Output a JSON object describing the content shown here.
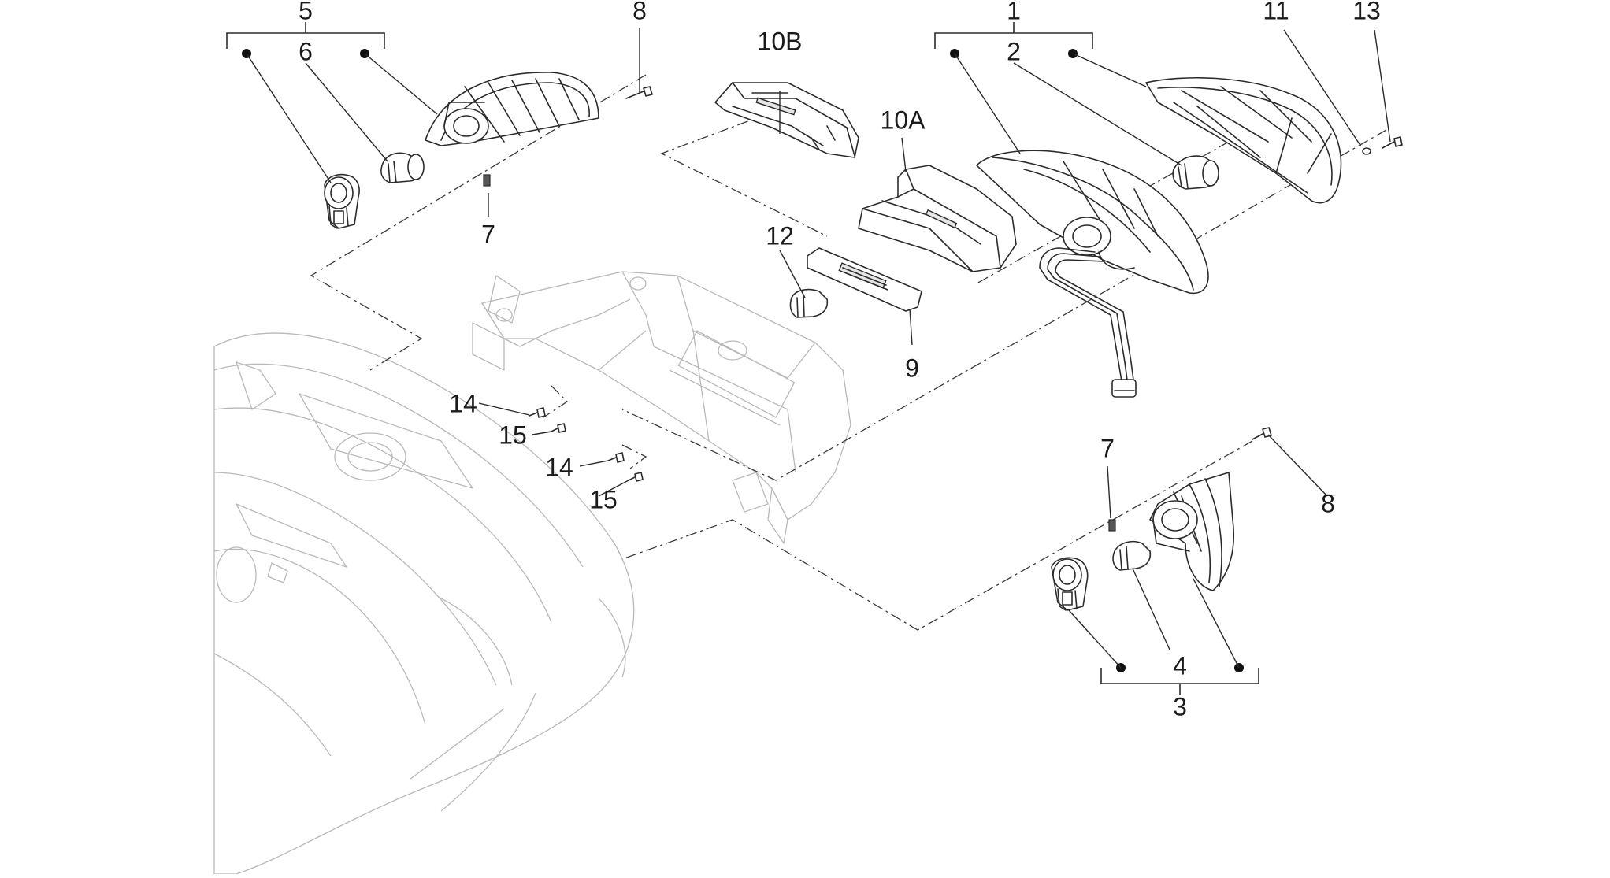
{
  "callouts": {
    "c1": "1",
    "c2": "2",
    "c3": "3",
    "c4": "4",
    "c5": "5",
    "c6": "6",
    "c7_top": "7",
    "c7_right": "7",
    "c8_top": "8",
    "c8_right": "8",
    "c9": "9",
    "c10a": "10A",
    "c10b": "10B",
    "c11": "11",
    "c12": "12",
    "c13": "13",
    "c14_upper": "14",
    "c14_lower": "14",
    "c15_upper": "15",
    "c15_lower": "15"
  },
  "colors": {
    "line": "#2b2b2b",
    "ghost_line": "#b9b9b9",
    "background": "#ffffff"
  }
}
